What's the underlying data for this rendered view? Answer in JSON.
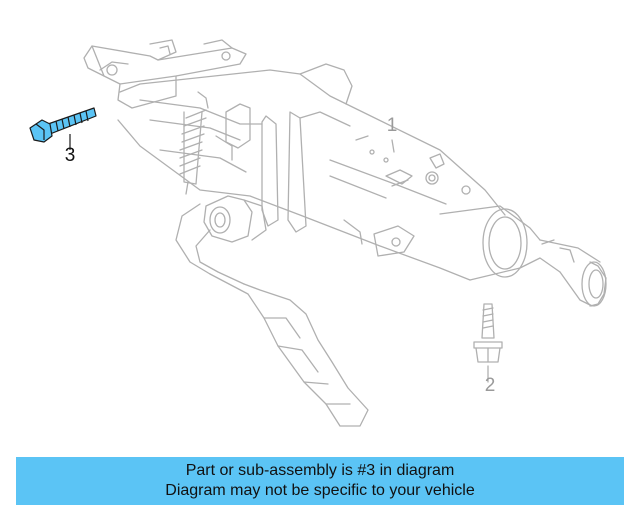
{
  "callouts": {
    "bolt_label": "3",
    "column_label": "1",
    "nut_bolt_label": "2"
  },
  "banner": {
    "line1": "Part or sub-assembly is #3 in diagram",
    "line2": "Diagram may not be specific to your vehicle"
  },
  "colors": {
    "highlight": "#5bc4f5",
    "line_art": "#b0b0b0",
    "label_dark": "#111111",
    "label_light": "#9a9a9a"
  }
}
